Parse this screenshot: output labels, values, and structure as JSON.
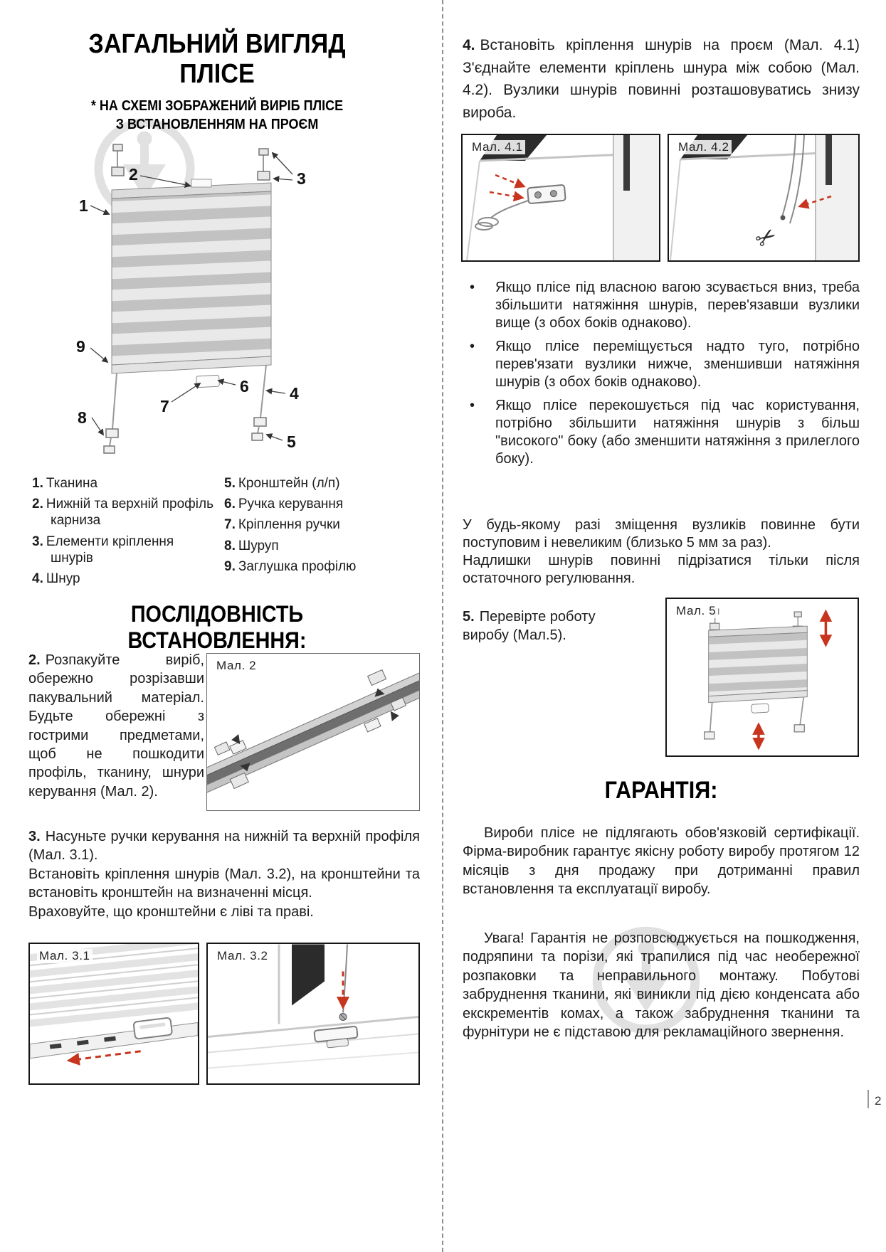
{
  "page_number": "2",
  "colors": {
    "accent_red": "#c8351f",
    "watermark_gray": "#c9c9c9",
    "glass_dark": "#2b2b2b"
  },
  "bullet_char": "•",
  "general_view": {
    "title_line1": "ЗАГАЛЬНИЙ ВИГЛЯД",
    "title_line2": "ПЛІСЕ",
    "note_line1": "* НА СХЕМІ ЗОБРАЖЕНИЙ ВИРІБ ПЛІСЕ",
    "note_line2": "З ВСТАНОВЛЕННЯМ НА ПРОЄМ",
    "callouts": [
      "1",
      "2",
      "3",
      "4",
      "5",
      "6",
      "7",
      "8",
      "9"
    ],
    "legend_col1": [
      {
        "n": "1.",
        "t": "Тканина"
      },
      {
        "n": "2.",
        "t": "Нижній та верхній профіль карниза"
      },
      {
        "n": "3.",
        "t": "Елементи кріплення шнурів"
      },
      {
        "n": "4.",
        "t": "Шнур"
      }
    ],
    "legend_col2": [
      {
        "n": "5.",
        "t": "Кронштейн (л/п)"
      },
      {
        "n": "6.",
        "t": "Ручка керування"
      },
      {
        "n": "7.",
        "t": "Кріплення ручки"
      },
      {
        "n": "8.",
        "t": "Шуруп"
      },
      {
        "n": "9.",
        "t": "Заглушка профілю"
      }
    ]
  },
  "install": {
    "header": "ПОСЛІДОВНІСТЬ ВСТАНОВЛЕННЯ:",
    "step2_num": "2.",
    "step2_text": "Розпакуйте виріб, обережно розрізавши пакувальний матеріал. Будьте обережні з гострими предметами, щоб не пошкодити профіль, тканину, шнури керування (Мал. 2).",
    "step3_num": "3.",
    "step3_line1": "Насуньте ручки керування на нижній та верхній профіля (Мал. 3.1).",
    "step3_line2": "Встановіть кріплення шнурів (Мал. 3.2), на кронштейни та встановіть кронштейн на визначенні місця.",
    "step3_line3": "Враховуйте, що кронштейни є ліві та праві.",
    "step4_num": "4.",
    "step4_text": "Встановіть кріплення шнурів на проєм (Мал. 4.1) З'єднайте елементи кріплень шнура між собою (Мал. 4.2). Вузлики шнурів повинні розташовуватись знизу вироба.",
    "bullets": [
      "Якщо плісе під власною вагою зсувається вниз, треба збільшити натяжіння шнурів, перев'язавши вузлики вище (з обох боків однаково).",
      "Якщо плісе переміщується надто туго, потрібно перев'язати вузлики нижче, зменшивши натяжіння шнурів (з обох боків однаково).",
      "Якщо плісе перекошується під час користування, потрібно збільшити натяжіння шнурів з більш \"високого\" боку (або зменшити натяжіння з прилеглого боку)."
    ],
    "note1": "У будь-якому разі зміщення вузликів повинне бути поступовим і невеликим (близько 5 мм за раз).",
    "note2": "Надлишки шнурів повинні підрізатися тільки після остаточного регулювання.",
    "step5_num": "5.",
    "step5_text": "Перевірте роботу виробу (Мал.5)."
  },
  "figures": {
    "f2": "Мал. 2",
    "f31": "Мал. 3.1",
    "f32": "Мал. 3.2",
    "f41": "Мал. 4.1",
    "f42": "Мал. 4.2",
    "f5": "Мал. 5"
  },
  "warranty": {
    "header": "ГАРАНТІЯ:",
    "p1": "Вироби плісе не підлягають обов'язковій сертифікації. Фірма-виробник гарантує якісну роботу виробу протягом 12 місяців з дня продажу при дотриманні правил встановлення та експлуатації виробу.",
    "p2": "Увага! Гарантія не розповсюджується на пошкодження, подряпини та порізи, які трапилися під час необережної розпаковки та неправильного монтажу. Побутові забруднення тканини, які виникли під дією конденсата або екскрементів комах, а також забруднення тканини та фурнітури не є підставою для рекламаційного звернення."
  }
}
